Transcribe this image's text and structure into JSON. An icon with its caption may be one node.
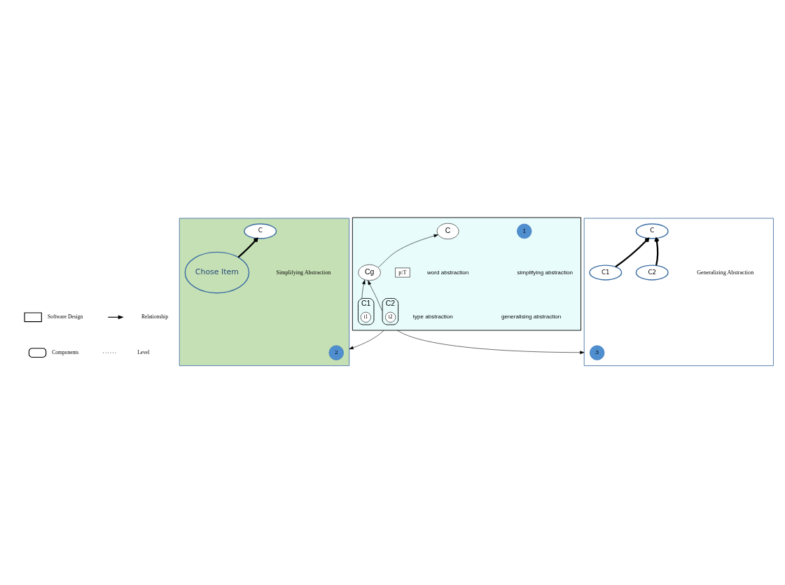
{
  "diagram": {
    "nodes": [
      {
        "text": [],
        "shape": "box"
      },
      {
        "text": [
          "1"
        ],
        "in": 0
      },
      {
        "text": [
          "C"
        ],
        "in": 0
      },
      {
        "text": [
          "Cg"
        ],
        "in": 0
      },
      {
        "text": [
          "p:T"
        ],
        "in": 0
      },
      {
        "text": [
          "C1"
        ],
        "in": 0
      },
      {
        "text": [
          "t1"
        ],
        "in": 5
      },
      {
        "text": [
          "C2"
        ],
        "in": 0
      },
      {
        "text": [
          "t2"
        ],
        "in": 7
      },
      {
        "text": [],
        "shape": "box"
      },
      {
        "text": [
          "2"
        ],
        "in": 9
      },
      {
        "text": [
          "C"
        ],
        "in": 9
      },
      {
        "text": [
          "Chose Item"
        ],
        "in": 9
      },
      {
        "text": [],
        "shape": "box"
      },
      {
        "text": [
          "3"
        ],
        "in": 13
      },
      {
        "text": [
          "C"
        ],
        "in": 13
      },
      {
        "text": [
          "C1"
        ],
        "in": 13
      },
      {
        "text": [
          "C2"
        ],
        "in": 13
      }
    ],
    "edges": [
      {
        "from": 3,
        "to": 2,
        "arrow": "to"
      },
      {
        "from": 5,
        "to": 3,
        "arrow": "to"
      },
      {
        "from": 7,
        "to": 3,
        "arrow": "to"
      },
      {
        "from": 0,
        "to": 9,
        "arrow": "to"
      },
      {
        "from": 0,
        "to": 13,
        "arrow": "to"
      },
      {
        "from": 12,
        "to": 11,
        "arrow": "to",
        "style": "thick"
      },
      {
        "from": 16,
        "to": 15,
        "arrow": "to",
        "style": "thick"
      },
      {
        "from": 17,
        "to": 15,
        "arrow": "to",
        "style": "thick"
      }
    ],
    "labels": [
      "word abstraction",
      "simplifying abstraction",
      "type abstraction",
      "generalising abstraction",
      "Simplifying Abstraction",
      "Generalizing Abstraction"
    ],
    "legend": [
      {
        "text": "Software Design"
      },
      {
        "text": "Relationship"
      },
      {
        "text": "Components"
      },
      {
        "text": "Level"
      }
    ]
  }
}
